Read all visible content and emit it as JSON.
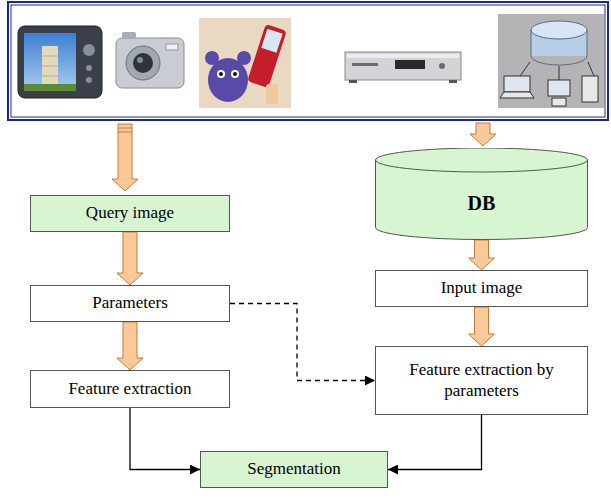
{
  "diagram": {
    "nodes": [
      {
        "text": [
          "Query image"
        ]
      },
      {
        "text": [
          "Parameters"
        ]
      },
      {
        "text": [
          "Feature extraction"
        ]
      },
      {
        "text": [
          "DB"
        ]
      },
      {
        "text": [
          "Input image"
        ]
      },
      {
        "text": [
          "Feature extraction by parameters"
        ]
      },
      {
        "text": [
          "Segmentation"
        ]
      }
    ],
    "edges": [
      {
        "from": 0,
        "to": 1,
        "arrow": "to"
      },
      {
        "from": 1,
        "to": 2,
        "arrow": "to"
      },
      {
        "from": 3,
        "to": 4,
        "arrow": "to"
      },
      {
        "from": 4,
        "to": 5,
        "arrow": "to"
      },
      {
        "from": 1,
        "to": 5,
        "arrow": "to"
      },
      {
        "from": 2,
        "to": 6,
        "arrow": "to"
      },
      {
        "from": 5,
        "to": 6,
        "arrow": "to"
      }
    ]
  }
}
